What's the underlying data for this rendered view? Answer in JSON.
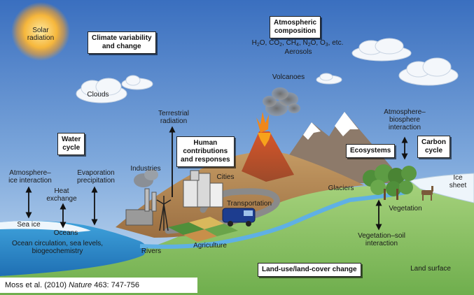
{
  "labels": {
    "solar_radiation": [
      "Solar",
      "radiation"
    ],
    "clouds": "Clouds",
    "volcanoes": "Volcanoes",
    "terrestrial_radiation": [
      "Terrestrial",
      "radiation"
    ],
    "industries": "Industries",
    "cities": "Cities",
    "transportation": "Transportation",
    "agriculture": "Agriculture",
    "rivers": "Rivers",
    "glaciers": "Glaciers",
    "atmosphere_biosphere": [
      "Atmosphere–",
      "biosphere",
      "interaction"
    ],
    "ice_sheet": [
      "Ice",
      "sheet"
    ],
    "vegetation": "Vegetation",
    "vegetation_soil": [
      "Vegetation–soil",
      "interaction"
    ],
    "land_surface": "Land surface",
    "atmosphere_ice": [
      "Atmosphere–",
      "ice interaction"
    ],
    "heat_exchange": [
      "Heat",
      "exchange"
    ],
    "evaporation": [
      "Evaporation",
      "precipitation"
    ],
    "sea_ice": "Sea ice",
    "oceans": "Oceans",
    "ocean_circulation": [
      "Ocean circulation, sea levels,",
      "biogeochemistry"
    ],
    "aerosols": "Aerosols"
  },
  "boxes": {
    "climate_variability": [
      "Climate variability",
      "and change"
    ],
    "atmospheric_composition": [
      "Atmospheric",
      "composition"
    ],
    "water_cycle": [
      "Water",
      "cycle"
    ],
    "human_contributions": [
      "Human",
      "contributions",
      "and responses"
    ],
    "ecosystems": "Ecosystems",
    "carbon_cycle": [
      "Carbon",
      "cycle"
    ],
    "land_use": "Land-use/land-cover change"
  },
  "gases": {
    "h2o": [
      "H",
      "2",
      "O"
    ],
    "co2": [
      "CO",
      "2"
    ],
    "ch4": [
      "CH",
      "4"
    ],
    "n2o": [
      "N",
      "2",
      "O"
    ],
    "o3": [
      "O",
      "3"
    ],
    "etc": "etc."
  },
  "citation": {
    "authors": "Moss et al. (2010)",
    "journal": "Nature",
    "ref": "463: 747-756"
  },
  "colors": {
    "sky_top": "#3f78c4",
    "sky_bottom": "#bcd7f0",
    "sun": "#f6b73c",
    "ocean": "#2f8fd0",
    "land_brown": "#b08352",
    "grass": "#8cc36a",
    "van": "#1d3d8f",
    "lava": "#e0531f"
  }
}
